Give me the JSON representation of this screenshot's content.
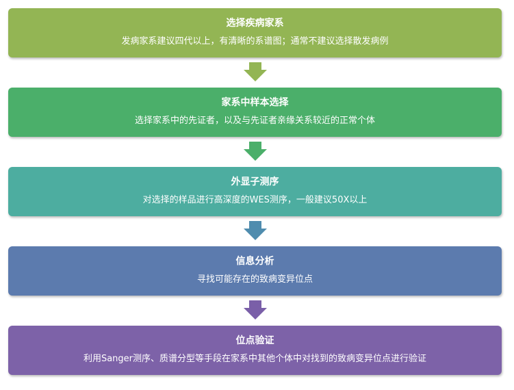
{
  "steps": [
    {
      "title": "选择疾病家系",
      "description": "发病家系建议四代以上，有清晰的系谱图；通常不建议选择散发病例",
      "color": "#93B554"
    },
    {
      "title": "家系中样本选择",
      "description": "选择家系中的先证者，以及与先证者亲缘关系较近的正常个体",
      "color": "#4BAF6A"
    },
    {
      "title": "外显子测序",
      "description": "对选择的样品进行高深度的WES测序，一般建议50X以上",
      "color": "#4DADA0"
    },
    {
      "title": "信息分析",
      "description": "寻找可能存在的致病变异位点",
      "color": "#5C7BAE"
    },
    {
      "title": "位点验证",
      "description": "利用Sanger测序、质谱分型等手段在家系中其他个体中对找到的致病变异位点进行验证",
      "color": "#7D62A8"
    }
  ],
  "arrows": [
    {
      "icon": "down-arrow-icon",
      "color": "#93B554"
    },
    {
      "icon": "down-arrow-icon",
      "color": "#4BAF6A"
    },
    {
      "icon": "down-arrow-icon",
      "color": "#4F8CAE"
    },
    {
      "icon": "down-arrow-icon",
      "color": "#7A5FA8"
    }
  ]
}
